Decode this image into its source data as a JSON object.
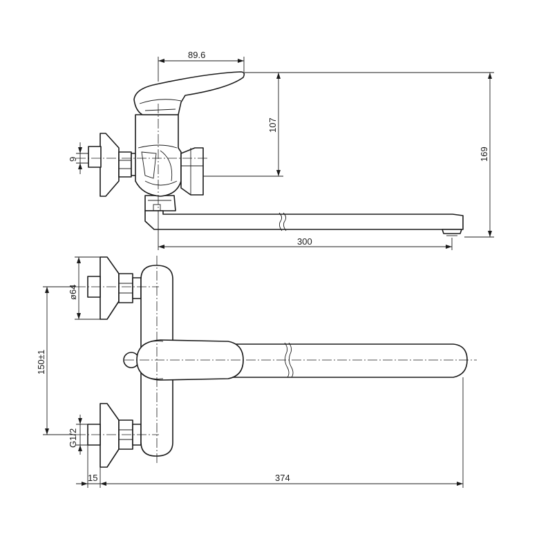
{
  "dimensions": {
    "handle_offset": "89.6",
    "height_107": "107",
    "height_169": "169",
    "outlet_diameter_9": "9",
    "spout_length": "300",
    "flange_diameter": "ø64",
    "center_distance": "150±1",
    "thread_size": "G1/2",
    "offset_15": "15",
    "total_length": "374"
  },
  "colors": {
    "line": "#1a1a1a",
    "background": "#ffffff"
  }
}
